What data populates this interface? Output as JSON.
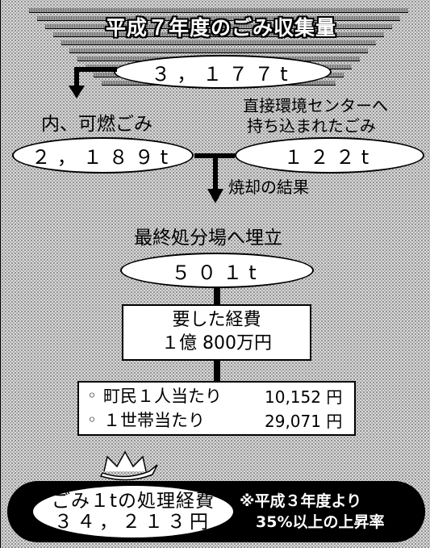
{
  "title": "平成７年度のごみ収集量",
  "total": "３，１７７t",
  "burnable_label": "内、可燃ごみ",
  "burnable_value": "２，１８９t",
  "direct_label_line1": "直接環境センターへ",
  "direct_label_line2": "持ち込まれたごみ",
  "direct_value": "１２２t",
  "incineration_label": "焼却の結果",
  "landfill_label": "最終処分場へ埋立",
  "landfill_value": "５０１t",
  "cost_label": "要した経費",
  "cost_value": "１億 800万円",
  "per_person": {
    "bullet": "◦",
    "label": "町民１人当たり",
    "value": "10,152 円"
  },
  "per_household": {
    "bullet": "◦",
    "label": "１世帯当たり",
    "value": "29,071 円"
  },
  "unit_cost_label": "ごみ１tの処理経費",
  "unit_cost_value": "３４，２１３円",
  "note_line1": "※平成３年度より",
  "note_line2": "35%以上の上昇率"
}
